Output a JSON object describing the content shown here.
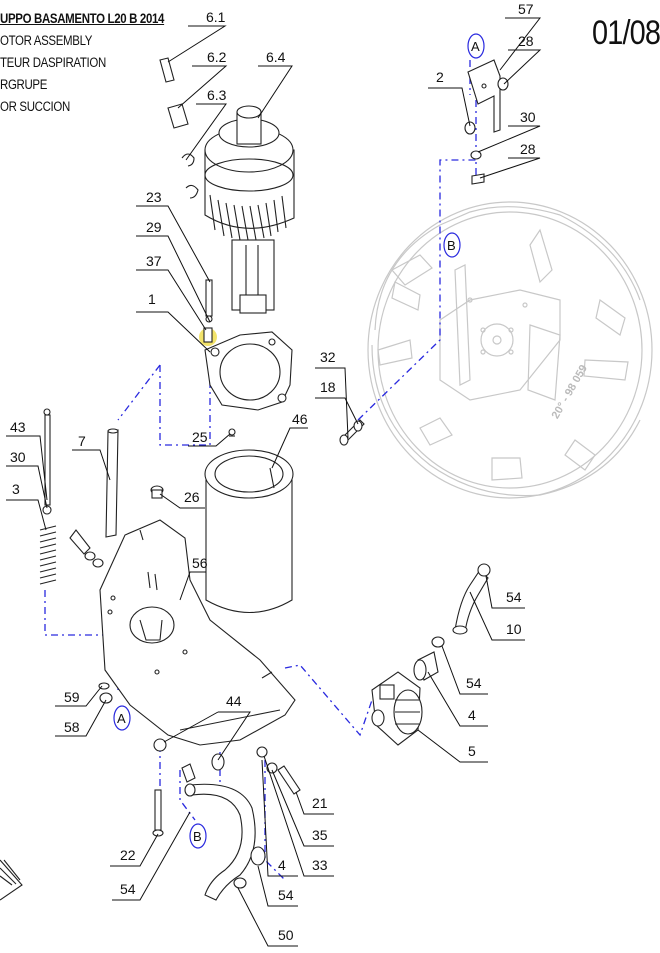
{
  "header": {
    "title_lines": [
      "UPPO BASAMENTO L20 B 2014",
      "OTOR ASSEMBLY",
      "TEUR DASPIRATION",
      "RGRUPE",
      "OR SUCCION"
    ],
    "page_number": "01/08"
  },
  "callouts": {
    "p6_1": "6.1",
    "p6_2": "6.2",
    "p6_3": "6.3",
    "p6_4": "6.4",
    "p23": "23",
    "p29": "29",
    "p37": "37",
    "p1": "1",
    "p57": "57",
    "p28a": "28",
    "p2": "2",
    "p30a": "30",
    "p28b": "28",
    "p32": "32",
    "p18": "18",
    "p43": "43",
    "p30b": "30",
    "p3": "3",
    "p7": "7",
    "p25": "25",
    "p46": "46",
    "p26": "26",
    "p56": "56",
    "p59": "59",
    "p58": "58",
    "p44": "44",
    "p54a": "54",
    "p10": "10",
    "p54b": "54",
    "p4a": "4",
    "p5": "5",
    "p21": "21",
    "p35": "35",
    "p33": "33",
    "p4b": "4",
    "p22": "22",
    "p54c": "54",
    "p54d": "54",
    "p50": "50"
  },
  "markers": {
    "a1": "A",
    "b1": "B",
    "a2": "A",
    "b2": "B"
  },
  "ghost_stamp": "20° - 98 059",
  "highlight_color": "#f2e36a",
  "line_color": "#111111",
  "dash_color": "#2a2adf"
}
